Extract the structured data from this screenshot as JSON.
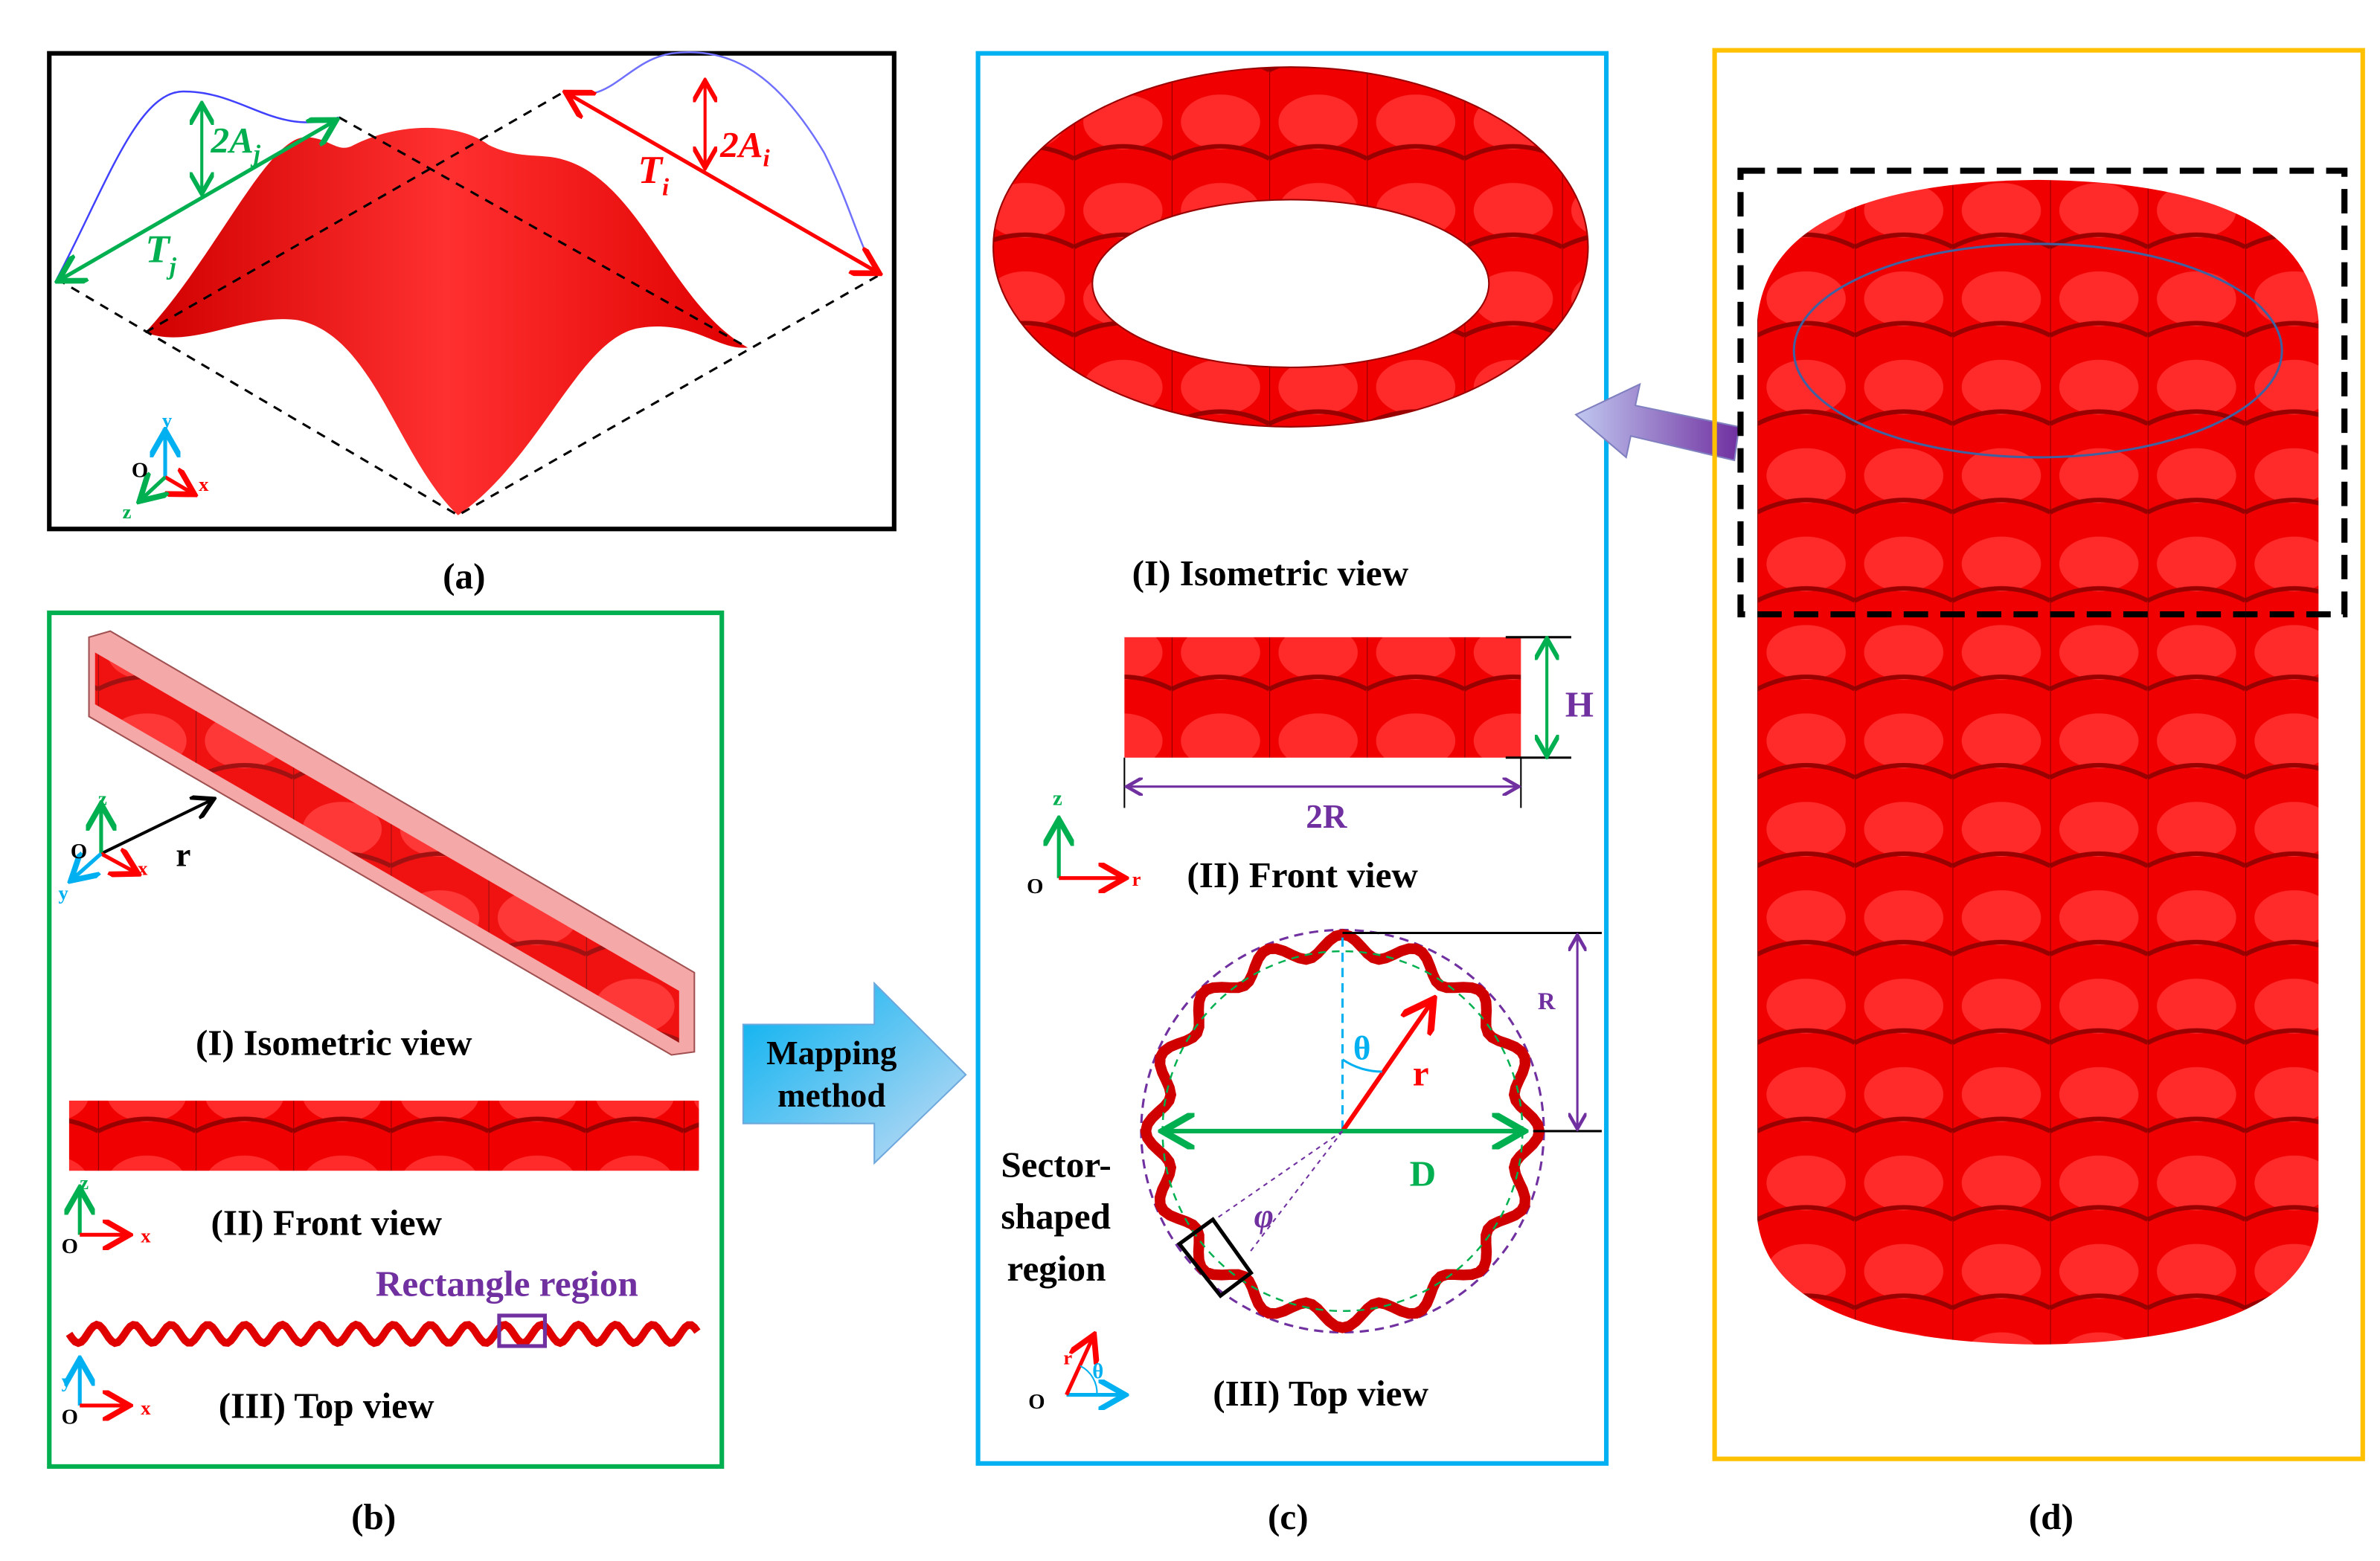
{
  "colors": {
    "surface": "#ff0000",
    "panel_a": "#000000",
    "panel_b": "#00b050",
    "panel_c": "#00b0f0",
    "panel_d": "#ffc000",
    "accent_green": "#00b050",
    "accent_purple": "#7030a0",
    "accent_cyan": "#00b0f0",
    "accent_red": "#ff0000"
  },
  "panel_a": {
    "caption": "(a)",
    "label_2Aj": "2A",
    "sub_j": "j",
    "label_Tj": "T",
    "label_2Ai": "2A",
    "sub_i": "i",
    "label_Ti": "T",
    "axis_o": "O",
    "axis_x": "x",
    "axis_y": "y",
    "axis_z": "z"
  },
  "panel_b": {
    "caption": "(b)",
    "iso_title": "(I) Isometric view",
    "front_title": "(II) Front view",
    "top_title": "(III) Top view",
    "rect_region": "Rectangle region",
    "axis_o": "O",
    "axis_x": "x",
    "axis_y": "y",
    "axis_z": "z",
    "label_r": "r"
  },
  "mapping": {
    "line1": "Mapping",
    "line2": "method"
  },
  "panel_c": {
    "caption": "(c)",
    "iso_title": "(I) Isometric view",
    "front_title": "(II) Front view",
    "top_title": "(III) Top view",
    "label_H": "H",
    "label_2R": "2R",
    "label_R": "R",
    "label_r": "r",
    "label_theta": "θ",
    "label_D": "D",
    "label_phi": "φ",
    "sector_1": "Sector-",
    "sector_2": "shaped",
    "sector_3": "region",
    "axis_o": "O",
    "axis_z": "z",
    "axis_r": "r",
    "axis_theta": "θ"
  },
  "panel_d": {
    "caption": "(d)"
  }
}
